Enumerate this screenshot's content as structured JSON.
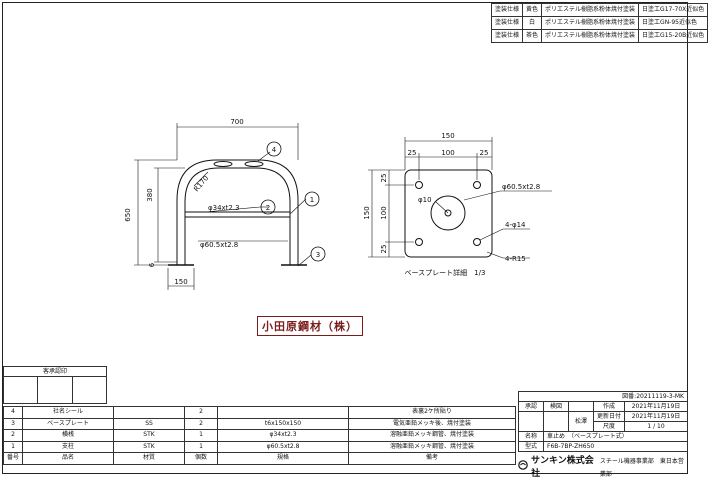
{
  "paint_spec": {
    "rows": [
      {
        "label": "塗装仕様",
        "color": "黄色",
        "spec": "ポリエステル樹脂系粉体焼付塗装",
        "code": "日塗工G17-70X近似色"
      },
      {
        "label": "塗装仕様",
        "color": "白",
        "spec": "ポリエステル樹脂系粉体焼付塗装",
        "code": "日塗工GN-95近似色"
      },
      {
        "label": "塗装仕様",
        "color": "茶色",
        "spec": "ポリエステル樹脂系粉体焼付塗装",
        "code": "日塗工G15-20B近似色"
      }
    ]
  },
  "drawing": {
    "front": {
      "dim_width": "700",
      "dim_height_total": "650",
      "dim_height_inner": "380",
      "dim_base": "6",
      "dim_plate": "150",
      "radius": "R170",
      "pipe_small": "φ34xt2.3",
      "pipe_large": "φ60.5xt2.8",
      "balloons": [
        "1",
        "2",
        "3",
        "4"
      ]
    },
    "plate": {
      "dim_width": "150",
      "dim_parts": [
        "25",
        "100",
        "25"
      ],
      "dim_side_total": "150",
      "dim_side_parts": [
        "25",
        "100",
        "25"
      ],
      "hole_center": "φ10",
      "pipe": "φ60.5xt2.8",
      "holes": "4-φ14",
      "corners": "4-R15",
      "caption": "ベースプレート詳細　1/3"
    }
  },
  "stamp_text": "小田原鋼材（株）",
  "approval": {
    "title": "客承認印"
  },
  "parts": {
    "headers": {
      "no": "番号",
      "name": "品名",
      "material": "材質",
      "qty": "個数",
      "spec": "規格",
      "note": "備考"
    },
    "rows": [
      {
        "no": "4",
        "name": "社名シール",
        "material": "",
        "qty": "2",
        "spec": "",
        "note": "表裏2ケ所貼り"
      },
      {
        "no": "3",
        "name": "ベースプレート",
        "material": "SS",
        "qty": "2",
        "spec": "t6x150x150",
        "note": "電気亜鉛メッキ後、焼付塗装"
      },
      {
        "no": "2",
        "name": "横桟",
        "material": "STK",
        "qty": "1",
        "spec": "φ34xt2.3",
        "note": "溶融亜鉛メッキ鋼管、焼付塗装"
      },
      {
        "no": "1",
        "name": "支柱",
        "material": "STK",
        "qty": "1",
        "spec": "φ60.5xt2.8",
        "note": "溶融亜鉛メッキ鋼管、焼付塗装"
      }
    ]
  },
  "title_block": {
    "drawing_no": "図番:20211119-3-MK",
    "approve": "承認",
    "check": "検図",
    "draft": "作成",
    "draft_date": "2021年11月19日",
    "drafter": "松澤",
    "revised_label": "更新日付",
    "revised_date": "2021年11月19日",
    "scale_label": "尺度",
    "scale": "1 / 10",
    "name_label": "名称",
    "name": "車止め　（ベースプレート式）",
    "model_label": "型式",
    "model": "F6B-7BP-ZH650"
  },
  "company": {
    "name": "サンキン株式会社",
    "division": "スチール機器事業部　東日本営業部"
  }
}
